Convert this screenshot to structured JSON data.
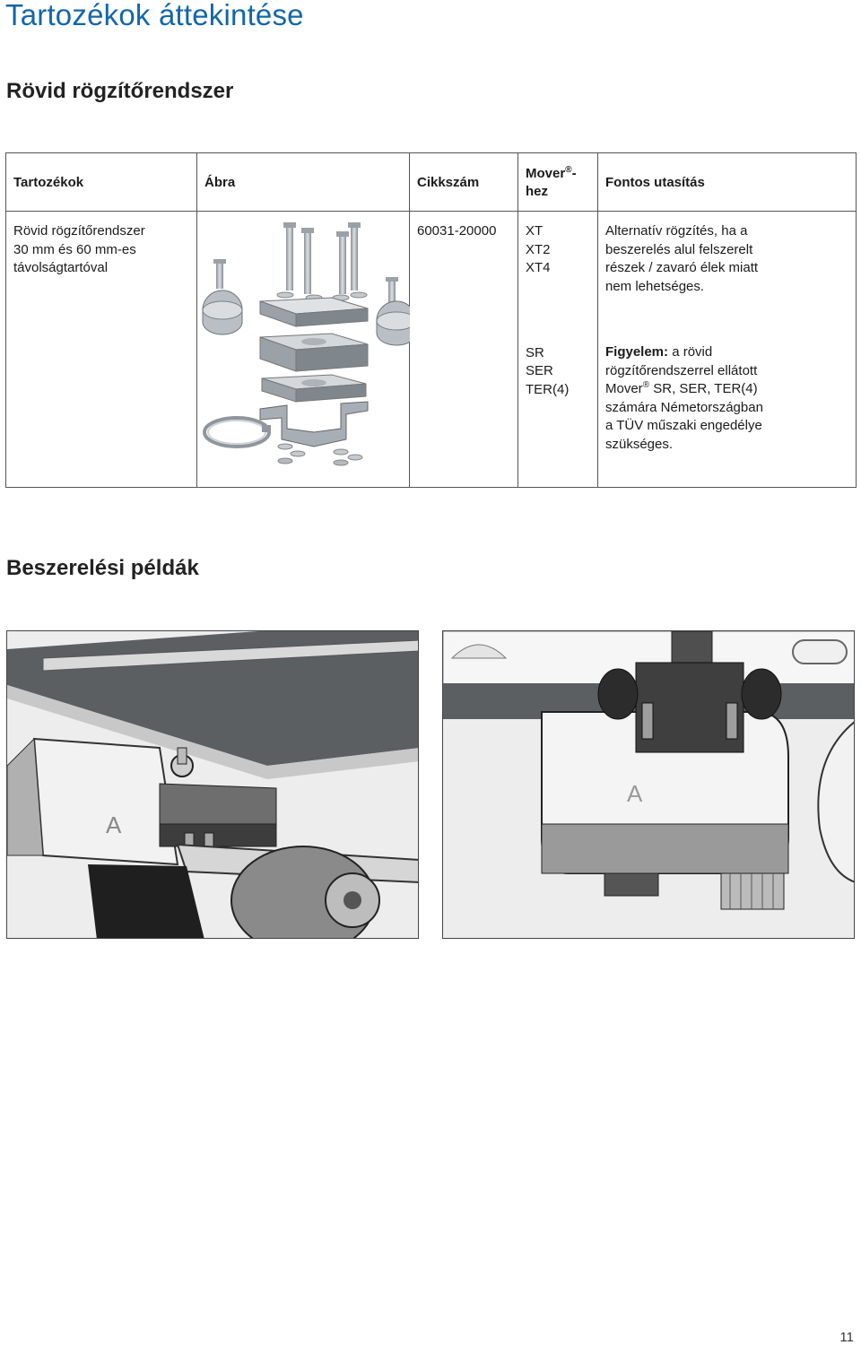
{
  "page": {
    "title": "Tartozékok áttekintése",
    "section_short": "Rövid rögzítőrendszer",
    "section_examples": "Beszerelési példák",
    "page_number": "11"
  },
  "table": {
    "headers": {
      "accessory": "Tartozékok",
      "figure": "Ábra",
      "article": "Cikkszám",
      "mover": "Mover",
      "mover_sup": "®",
      "mover_suffix": "-",
      "mover_line2": "hez",
      "note": "Fontos utasítás"
    },
    "row": {
      "accessory_lines": [
        "Rövid rögzítőrendszer",
        "30 mm és 60 mm-es",
        "távolságtartóval"
      ],
      "article": "60031-20000",
      "models_a": [
        "XT",
        "XT2",
        "XT4"
      ],
      "models_b": [
        "SR",
        "SER",
        "TER(4)"
      ],
      "note_a_lines": [
        "Alternatív rögzítés, ha a",
        "beszerelés alul felszerelt",
        "részek / zavaró élek miatt",
        "nem lehetséges."
      ],
      "note_b_label": "Figyelem:",
      "note_b_first": " a rövid",
      "note_b_line2": "rögzítőrendszerrel ellátott",
      "note_b_mover": "Mover",
      "note_b_sup": "®",
      "note_b_line3_rest": " SR, SER, TER(4)",
      "note_b_line4": "számára Németországban",
      "note_b_line5": "a TÜV műszaki engedélye",
      "note_b_line6": "szükséges."
    }
  },
  "colors": {
    "title_blue": "#1466a8",
    "metal": "#a7aeb5",
    "metal_dark": "#6f767c",
    "rubber": "#2f2f2f"
  }
}
